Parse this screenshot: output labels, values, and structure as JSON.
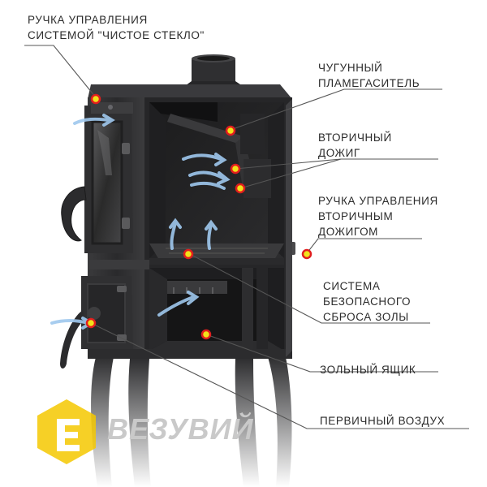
{
  "labels": {
    "glass_handle": [
      "РУЧКА УПРАВЛЕНИЯ",
      "СИСТЕМОЙ \"ЧИСТОЕ СТЕКЛО\""
    ],
    "flame_damper": [
      "ЧУГУННЫЙ",
      "ПЛАМЕГАСИТЕЛЬ"
    ],
    "secondary_burn": [
      "ВТОРИЧНЫЙ",
      "ДОЖИГ"
    ],
    "secondary_handle": [
      "РУЧКА УПРАВЛЕНИЯ",
      "ВТОРИЧНЫМ",
      "ДОЖИГОМ"
    ],
    "ash_system": [
      "СИСТЕМА",
      "БЕЗОПАСНОГО",
      "СБРОСА ЗОЛЫ"
    ],
    "ash_box": [
      "ЗОЛЬНЫЙ ЯЩИК"
    ],
    "primary_air": [
      "ПЕРВИЧНЫЙ ВОЗДУХ"
    ]
  },
  "brand": {
    "name": "ВЕЗУВИЙ"
  },
  "colors": {
    "marker_fill": "#f2e21a",
    "marker_ring": "#e11e1e",
    "arrow": "#9fc8ee",
    "logo_yellow": "#f5c800",
    "stove": "#2e2e30"
  }
}
